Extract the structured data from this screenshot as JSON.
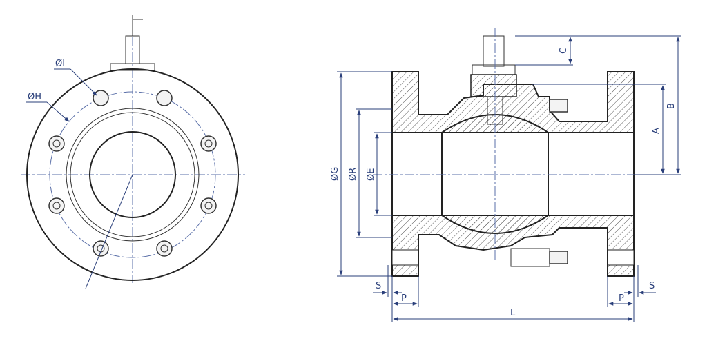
{
  "drawing": {
    "front_view": {
      "labels": {
        "dia_i": "ØI",
        "dia_h": "ØH"
      }
    },
    "section_view": {
      "labels": {
        "dia_g": "ØG",
        "dia_r": "ØR",
        "dia_e": "ØE",
        "a": "A",
        "b": "B",
        "c": "C",
        "s_left": "S",
        "s_right": "S",
        "p_left": "P",
        "p_right": "P",
        "l": "L"
      }
    },
    "colors": {
      "dimension": "#2a3f7a",
      "object_line": "#222222",
      "centerline": "#5a6fa8"
    }
  }
}
